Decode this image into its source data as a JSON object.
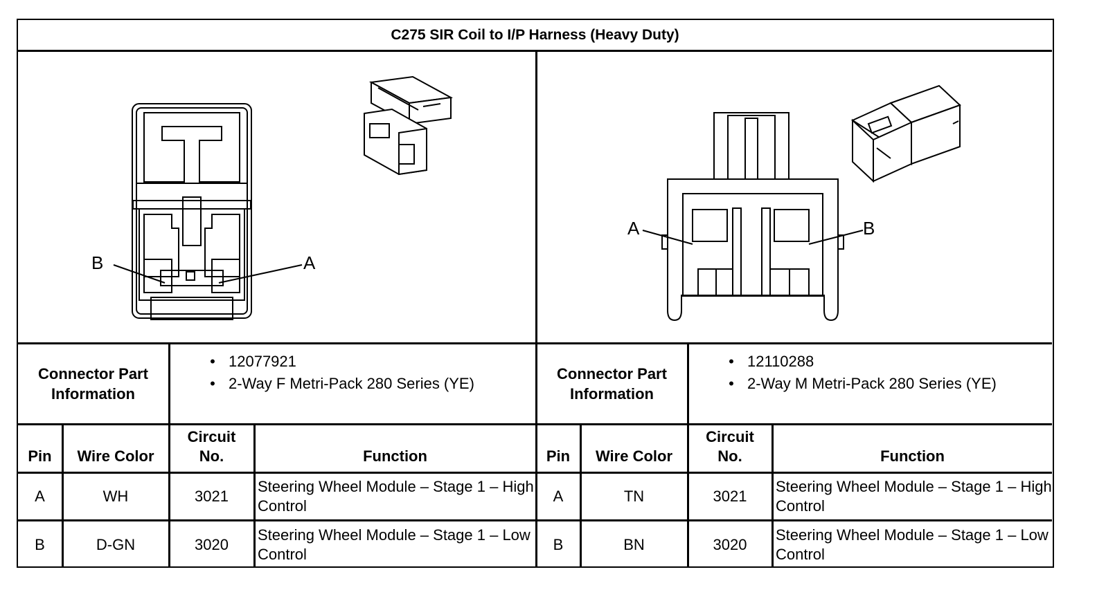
{
  "title": "C275 SIR Coil to I/P Harness (Heavy Duty)",
  "left": {
    "pin_labels": [
      "B",
      "A"
    ],
    "part_info_label": "Connector Part Information",
    "part_items": [
      "12077921",
      "2-Way F Metri-Pack 280 Series (YE)"
    ],
    "headers": {
      "pin": "Pin",
      "wire_color": "Wire Color",
      "circuit": "Circuit No.",
      "function": "Function"
    },
    "rows": [
      {
        "pin": "A",
        "wire_color": "WH",
        "circuit": "3021",
        "function": "Steering Wheel Module – Stage 1 – High Control"
      },
      {
        "pin": "B",
        "wire_color": "D-GN",
        "circuit": "3020",
        "function": "Steering Wheel Module – Stage 1 – Low Control"
      }
    ]
  },
  "right": {
    "pin_labels": [
      "A",
      "B"
    ],
    "part_info_label": "Connector Part Information",
    "part_items": [
      "12110288",
      "2-Way M Metri-Pack 280 Series (YE)"
    ],
    "headers": {
      "pin": "Pin",
      "wire_color": "Wire Color",
      "circuit": "Circuit No.",
      "function": "Function"
    },
    "rows": [
      {
        "pin": "A",
        "wire_color": "TN",
        "circuit": "3021",
        "function": "Steering Wheel Module – Stage 1 – High Control"
      },
      {
        "pin": "B",
        "wire_color": "BN",
        "circuit": "3020",
        "function": "Steering Wheel Module – Stage 1 – Low Control"
      }
    ]
  },
  "icons": {
    "left_face": "female-connector-face-icon",
    "left_iso": "female-connector-isometric-icon",
    "right_face": "male-connector-face-icon",
    "right_iso": "male-connector-isometric-icon"
  }
}
